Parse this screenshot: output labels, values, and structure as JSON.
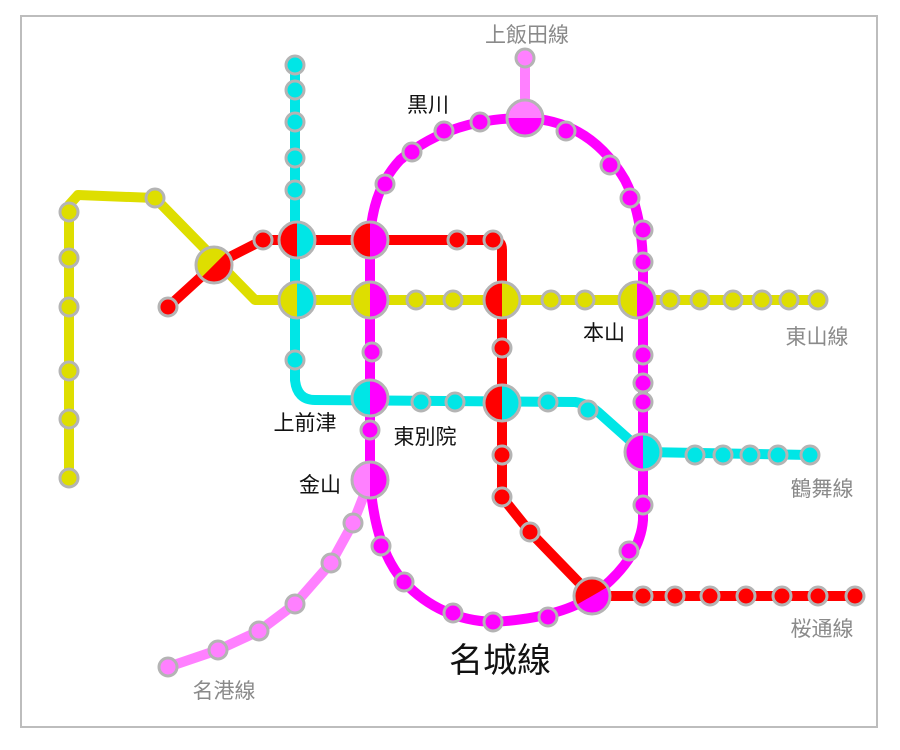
{
  "colors": {
    "higashiyama": "#dede00",
    "sakuradori": "#ff0000",
    "tsurumai": "#00e6e6",
    "meijo": "#ff00ff",
    "meiko": "#ff80ff",
    "kamiiida": "#ff80ff",
    "station_border": "#b4b4b4"
  },
  "line_labels": {
    "kamiiida": "上飯田線",
    "higashiyama": "東山線",
    "tsurumai": "鶴舞線",
    "sakuradori": "桜通線",
    "meijo": "名城線",
    "meiko": "名港線"
  },
  "station_labels": {
    "kurokawa": "黒川",
    "motoyama": "本山",
    "kamimaezu": "上前津",
    "higashibetsuin": "東別院",
    "kanayama": "金山"
  }
}
